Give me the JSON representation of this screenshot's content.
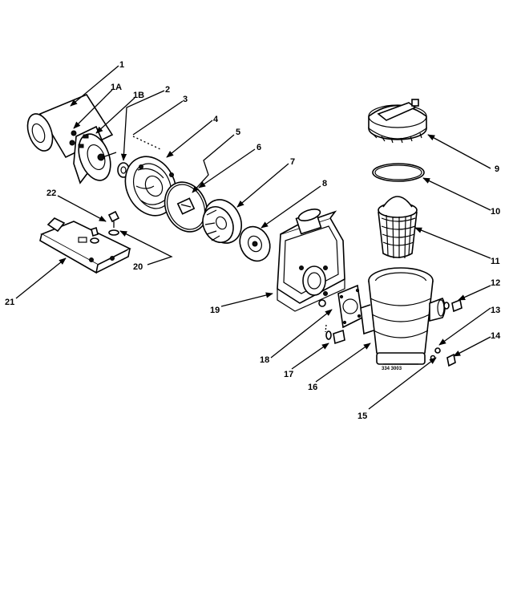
{
  "callouts": [
    "1",
    "1A",
    "1B",
    "2",
    "3",
    "4",
    "5",
    "6",
    "7",
    "8",
    "9",
    "10",
    "11",
    "12",
    "13",
    "14",
    "15",
    "16",
    "17",
    "18",
    "19",
    "20",
    "21",
    "22"
  ],
  "drawing_code": "334 3003"
}
